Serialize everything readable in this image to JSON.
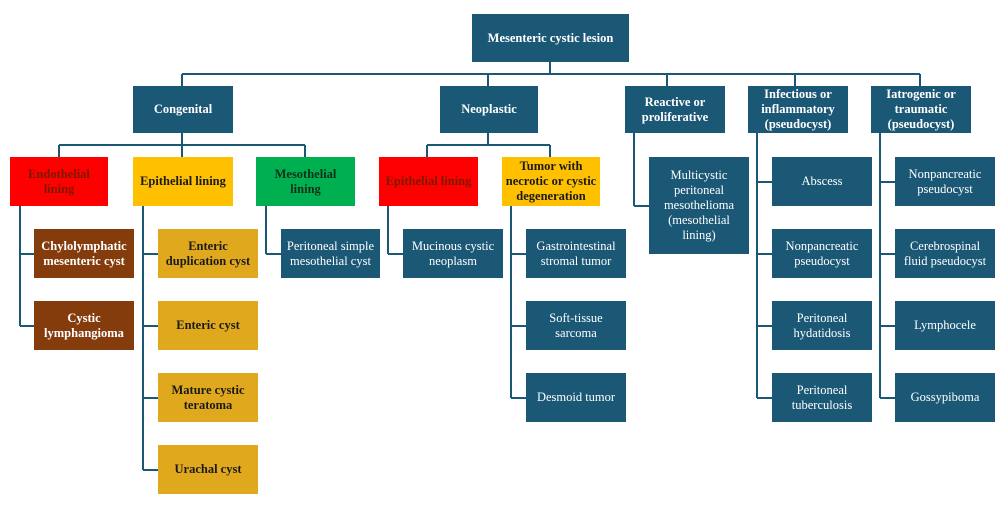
{
  "root": {
    "label": "Mesenteric cystic lesion"
  },
  "categories": {
    "congenital": "Congenital",
    "neoplastic": "Neoplastic",
    "reactive": "Reactive or proliferative",
    "infectious": "Infectious or inflammatory (pseudocyst)",
    "iatrogenic": "Iatrogenic or traumatic (pseudocyst)"
  },
  "subcategories": {
    "endothelial": "Endothelial lining",
    "epithelial": "Epithelial lining",
    "mesothelial": "Mesothelial lining",
    "neo_epithelial": "Epithelial lining",
    "tumor_degeneration": "Tumor with necrotic or cystic degeneration"
  },
  "leaves": {
    "chylolymphatic": "Chylolymphatic mesenteric cyst",
    "cystic_lymphangioma": "Cystic lymphangioma",
    "enteric_duplication": "Enteric duplication cyst",
    "enteric_cyst": "Enteric cyst",
    "mature_teratoma": "Mature cystic teratoma",
    "urachal_cyst": "Urachal cyst",
    "peritoneal_simple": "Peritoneal simple mesothelial cyst",
    "mucinous": "Mucinous cystic neoplasm",
    "gist": "Gastrointestinal stromal tumor",
    "sarcoma": "Soft-tissue sarcoma",
    "desmoid": "Desmoid tumor",
    "multicystic": "Multicystic peritoneal mesothelioma (mesothelial lining)",
    "abscess": "Abscess",
    "nonpancreatic_inf": "Nonpancreatic pseudocyst",
    "hydatidosis": "Peritoneal hydatidosis",
    "tuberculosis": "Peritoneal tuberculosis",
    "nonpancreatic_iat": "Nonpancreatic pseudocyst",
    "csf_pseudocyst": "Cerebrospinal fluid pseudocyst",
    "lymphocele": "Lymphocele",
    "gossypiboma": "Gossypiboma"
  },
  "colors": {
    "teal": "#1b5876",
    "red": "#ff0000",
    "yellow": "#ffc000",
    "green": "#00b050",
    "brown": "#843c0c",
    "gold": "#e0a91d",
    "connector": "#1b5876"
  }
}
